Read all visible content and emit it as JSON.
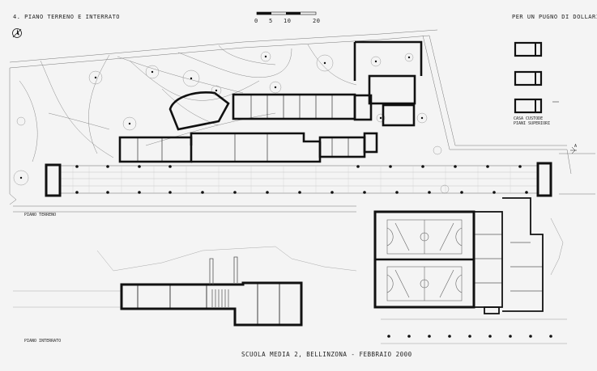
{
  "header": {
    "title": "4. PIANO TERRENO E INTERRATO",
    "right_title": "PER UN PUGNO DI DOLLARI"
  },
  "scale_bar": {
    "ticks": [
      "0",
      "5",
      "10",
      "20"
    ]
  },
  "labels": {
    "ground_floor": "PIANO TERRENO",
    "basement": "PIANO INTERRATO",
    "caretaker": "CASA CUSTODE",
    "upper_floors": "PIANI SUPERIORI",
    "footer": "SCUOLA MEDIA 2, BELLINZONA - FEBBRAIO 2000",
    "section_a": "A"
  },
  "colors": {
    "wall": "#111111",
    "paper": "#f4f4f4",
    "line": "#8a8a8a"
  }
}
